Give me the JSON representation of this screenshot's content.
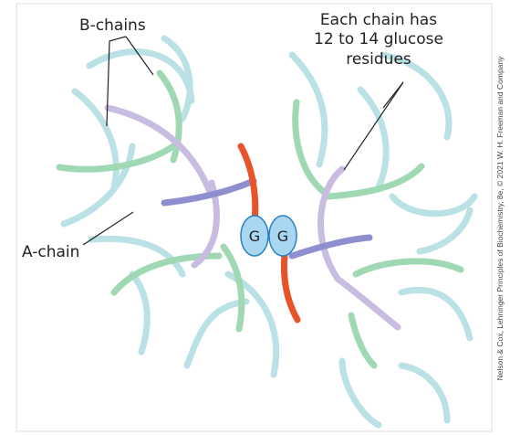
{
  "labels": {
    "b_chains": "B-chains",
    "a_chain": "A-chain",
    "each_chain": "Each chain has\n12 to 14 glucose\nresidues",
    "glycogenin_left": "G",
    "glycogenin_right": "G"
  },
  "credit": "Nelson & Cox, Lehninger Principles of Biochemistry, 8e, © 2021 W. H. Freeman and Company",
  "colors": {
    "outer_chain": "#b9e1e6",
    "b_chain": "#9fd8b2",
    "a_chain": "#c8bde0",
    "inner_chain": "#8f8fd0",
    "core_chain": "#e8542a",
    "glycogenin_fill": "#a8d7f2",
    "glycogenin_stroke": "#2d7fc0",
    "frame": "#dddddd"
  }
}
